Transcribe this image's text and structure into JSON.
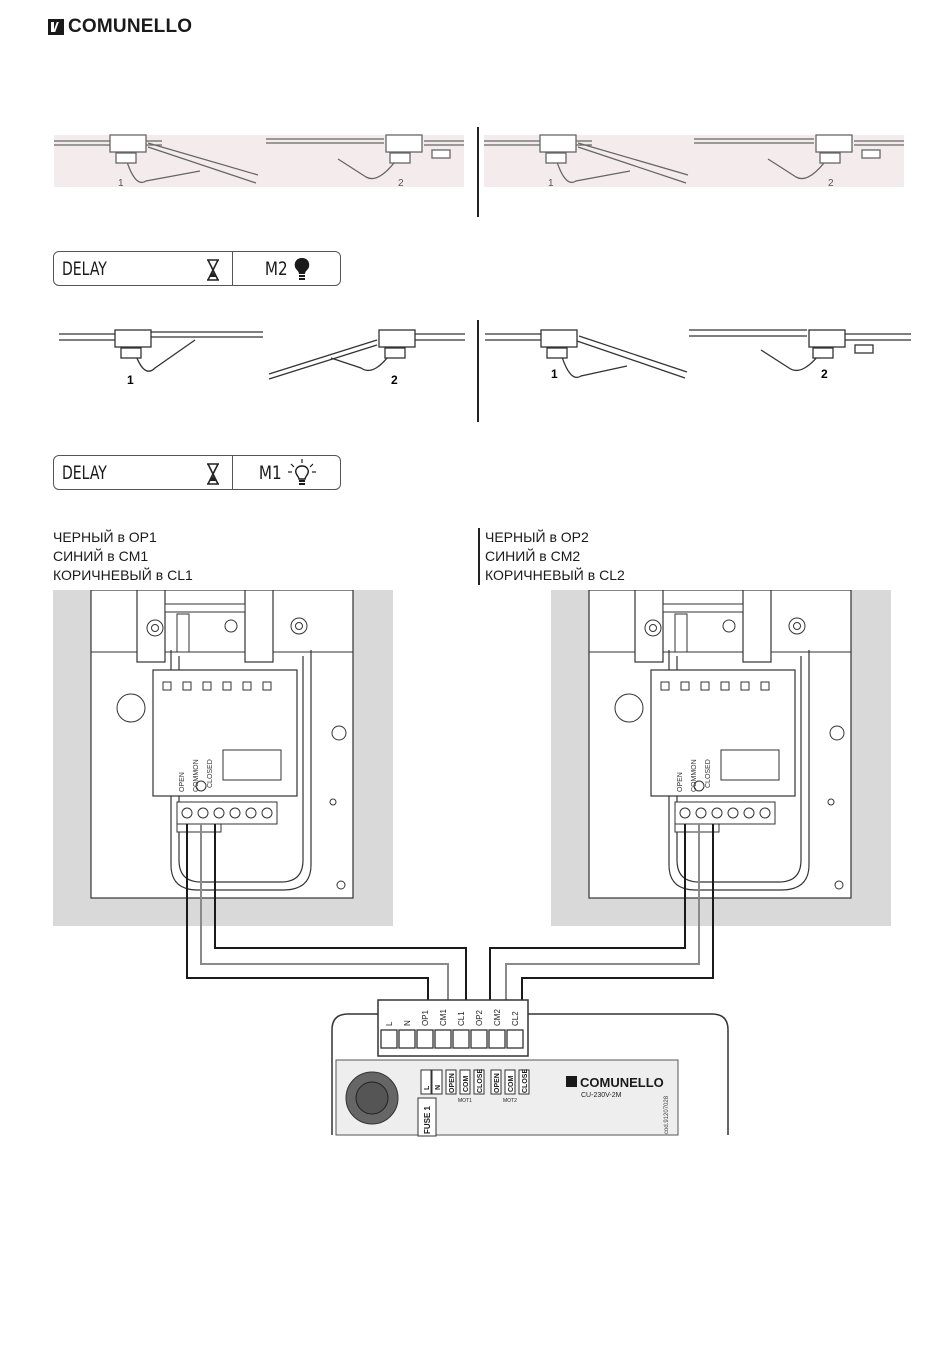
{
  "brand": {
    "name": "COMUNELLO"
  },
  "delay_boxes": [
    {
      "label": "DELAY",
      "motor": "M2",
      "icon": "bulb-filled-icon"
    },
    {
      "label": "DELAY",
      "motor": "M1",
      "icon": "bulb-shining-icon"
    }
  ],
  "gate_diagrams": {
    "top": {
      "left_labels": [
        "1",
        "2"
      ],
      "right_labels": [
        "1",
        "2"
      ]
    },
    "middle": {
      "left_labels": [
        "1",
        "2"
      ],
      "right_labels": [
        "1",
        "2"
      ]
    }
  },
  "wiring": {
    "left": {
      "lines": [
        "ЧЕРНЫЙ в OP1",
        "СИНИЙ в CM1",
        "КОРИЧНЕВЫЙ в CL1"
      ]
    },
    "right": {
      "lines": [
        "ЧЕРНЫЙ в OP2",
        "СИНИЙ в CM2",
        "КОРИЧНЕВЫЙ в CL2"
      ]
    }
  },
  "limit_switch": {
    "labels": [
      "OPEN",
      "COMMON",
      "CLOSED"
    ]
  },
  "control_unit": {
    "terminals": [
      "L",
      "N",
      "OP1",
      "CM1",
      "CL1",
      "OP2",
      "CM2",
      "CL2"
    ],
    "bottom_labels": [
      "L",
      "N",
      "OPEN",
      "COM",
      "CLOSE",
      "OPEN",
      "COM",
      "CLOSE"
    ],
    "group_labels": [
      "MOT1",
      "MOT2"
    ],
    "brand": "COMUNELLO",
    "model": "CU-230V-2M",
    "fuse": "FUSE 1",
    "code": "cod.91207028"
  },
  "colors": {
    "panel_gray": "#d9d9d9",
    "wire_black": "#1a1a1a",
    "wire_gray": "#8a8a8a"
  }
}
